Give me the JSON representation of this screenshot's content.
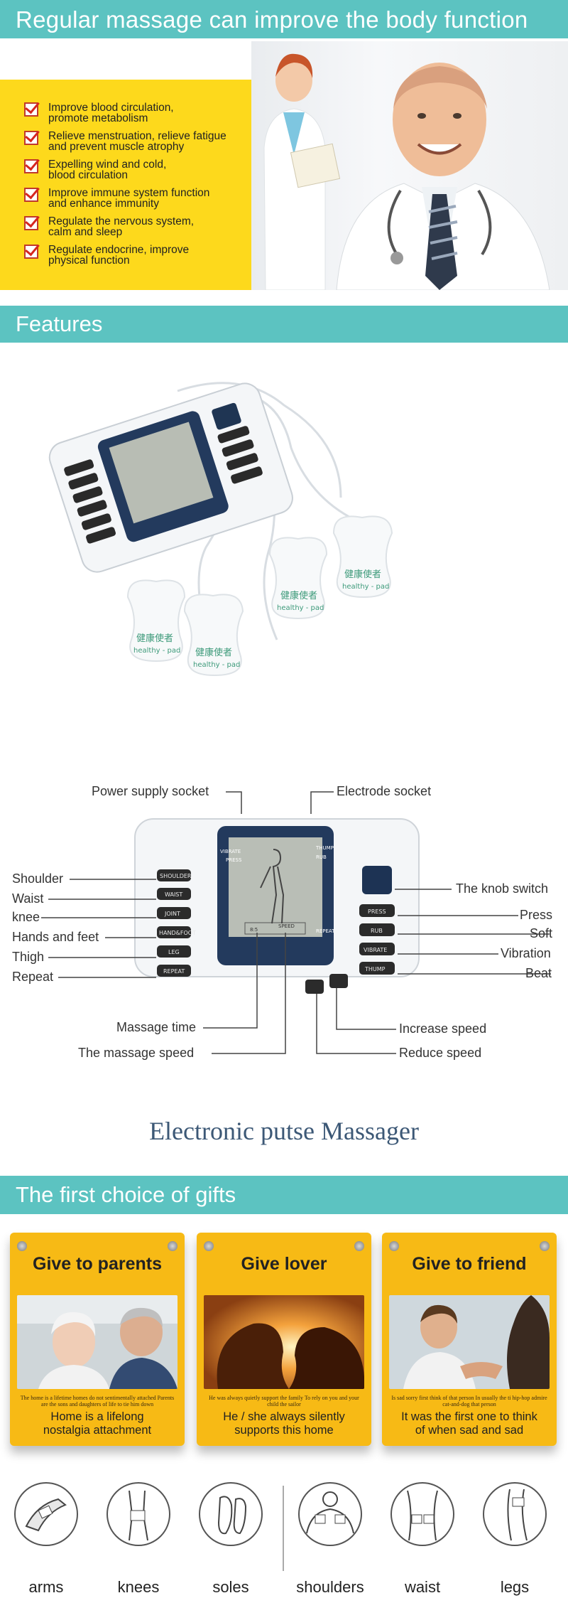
{
  "header1": {
    "title": "Regular massage can improve the body function"
  },
  "benefits": [
    [
      "Improve blood circulation,",
      "promote metabolism"
    ],
    [
      "Relieve menstruation, relieve fatigue",
      "and prevent muscle atrophy"
    ],
    [
      "Expelling wind and cold,",
      "blood circulation"
    ],
    [
      "Improve immune system function",
      "and enhance immunity"
    ],
    [
      "Regulate the nervous system,",
      "calm and sleep"
    ],
    [
      "Regulate endocrine, improve",
      "physical function"
    ]
  ],
  "header2": {
    "title": "Features"
  },
  "pads": {
    "cn": "健康使者",
    "en": "healthy - pad"
  },
  "device": {
    "left_buttons": [
      "SHOULDER",
      "WAIST",
      "JOINT",
      "HAND&FOOT",
      "LEG",
      "REPEAT"
    ],
    "right_buttons": [
      "PRESS",
      "RUB",
      "VIBRATE",
      "THUMP"
    ],
    "screen": {
      "vibrate": "VIBRATE",
      "press": "PRESS",
      "thump": "THUMP",
      "rub": "RUB",
      "repeat": "REPEAT",
      "speed": "SPEED",
      "time": "8:5"
    }
  },
  "diagram": {
    "power": "Power supply socket",
    "electrode": "Electrode socket",
    "shoulder": "Shoulder",
    "waist": "Waist",
    "knee": "knee",
    "hands": "Hands and feet",
    "thigh": "Thigh",
    "repeat": "Repeat",
    "knob": "The knob switch",
    "press": "Press",
    "soft": "Soft",
    "vibration": "Vibration",
    "beat": "Beat",
    "time": "Massage time",
    "speed": "The massage speed",
    "increase": "Increase speed",
    "reduce": "Reduce speed"
  },
  "product_name": "Electronic putse Massager",
  "header3": {
    "title": "The first choice of gifts"
  },
  "gifts": [
    {
      "title": "Give to parents",
      "small": "The home is a lifetime homes do not sentimentally attached Parents are the sons and daughters of life to tie him down",
      "caption": [
        "Home is a lifelong",
        "nostalgia attachment"
      ]
    },
    {
      "title": "Give lover",
      "small": "He was always quietly support the family To rely on you and your child the sailor",
      "caption": [
        "He / she always silently",
        "supports this home"
      ]
    },
    {
      "title": "Give to friend",
      "small": "Is sad sorry first think of that person In usually the ti hip-hop admire cat-and-dog that person",
      "caption": [
        "It was the first one to think",
        "of when sad and sad"
      ]
    }
  ],
  "parts": [
    "arms",
    "knees",
    "soles",
    "shoulders",
    "waist",
    "legs"
  ]
}
